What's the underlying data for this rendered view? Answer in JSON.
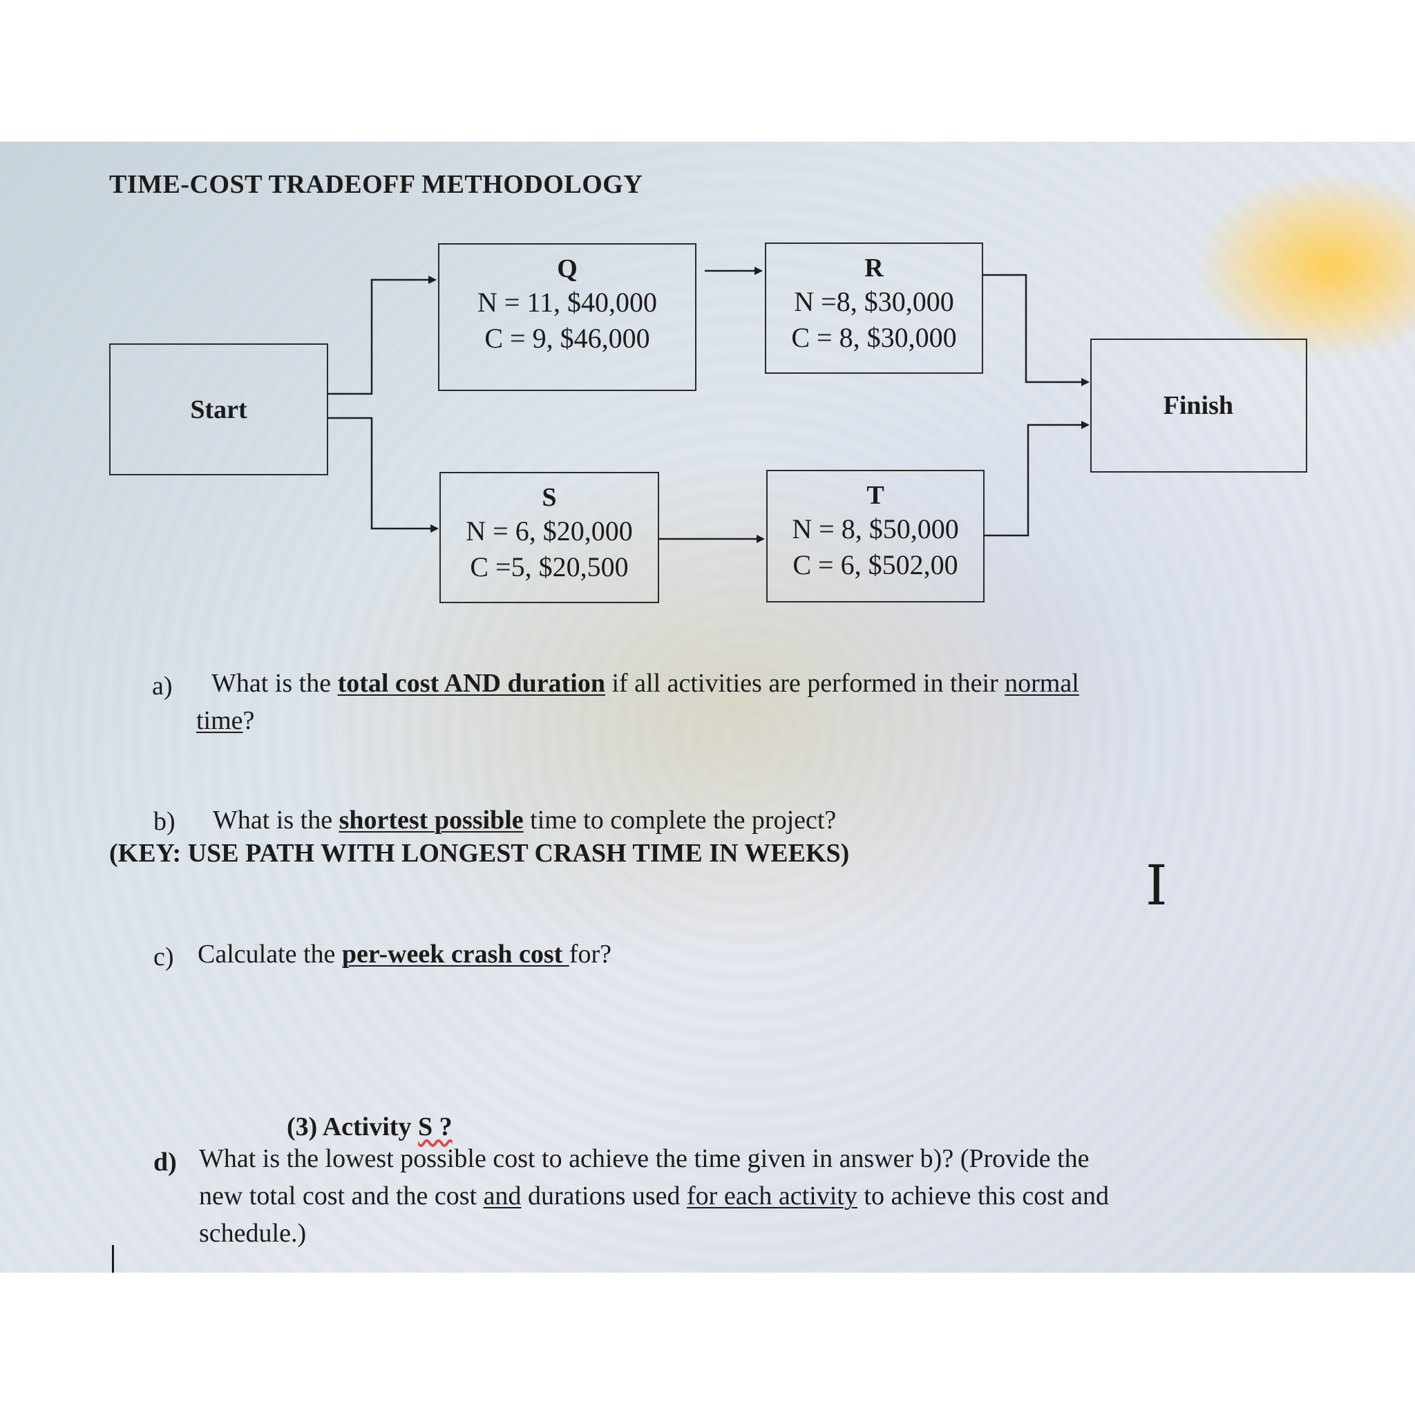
{
  "title": "TIME-COST TRADEOFF METHODOLOGY",
  "nodes": {
    "start": {
      "name": "Start"
    },
    "finish": {
      "name": "Finish"
    },
    "Q": {
      "name": "Q",
      "normal": "N = 11, $40,000",
      "crash": "C = 9, $46,000"
    },
    "R": {
      "name": "R",
      "normal": "N =8, $30,000",
      "crash": "C = 8, $30,000"
    },
    "S": {
      "name": "S",
      "normal": "N = 6, $20,000",
      "crash": "C =5, $20,500"
    },
    "T": {
      "name": "T",
      "normal": "N = 8, $50,000",
      "crash": "C = 6, $502,00"
    }
  },
  "questions": {
    "a": {
      "label": "a)",
      "t1": "What is the ",
      "u1": "total cost AND duration",
      "t2": " if all activities are performed in their ",
      "u2": "normal",
      "u3": "time",
      "t3": "?"
    },
    "b": {
      "label": "b)",
      "t1": "What is the ",
      "u1": "shortest possible",
      "t2": " time to complete the project?",
      "key": "(KEY: USE PATH WITH LONGEST CRASH TIME IN WEEKS)"
    },
    "c": {
      "label": "c)",
      "t1": "Calculate the ",
      "u1": "per-week crash cost ",
      "t2": "for?"
    },
    "activity": {
      "t1": "(3) Activity ",
      "u1": "S ?"
    },
    "d": {
      "label": "d)",
      "t1": "What is the lowest possible cost to achieve the time given in answer b)?  (Provide the",
      "t2": "new total cost and the cost ",
      "u1": "and",
      "t3": " durations used ",
      "u2": "for each activity",
      "t4": " to achieve this cost and",
      "t5": "schedule.)"
    }
  }
}
